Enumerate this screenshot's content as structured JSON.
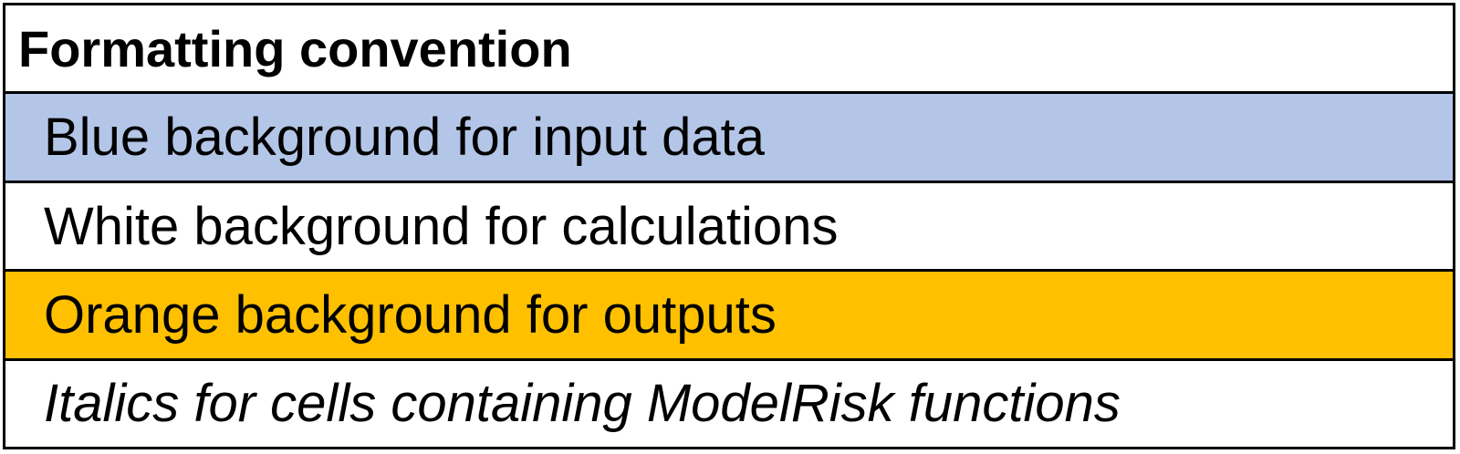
{
  "legend": {
    "header": "Formatting convention",
    "rows": [
      {
        "label": "Blue background for input data",
        "color": "#b4c6e7"
      },
      {
        "label": "White background for calculations",
        "color": "#ffffff"
      },
      {
        "label": "Orange background for outputs",
        "color": "#ffc000"
      },
      {
        "label": "Italics for cells containing ModelRisk functions",
        "color": "#ffffff"
      }
    ]
  }
}
